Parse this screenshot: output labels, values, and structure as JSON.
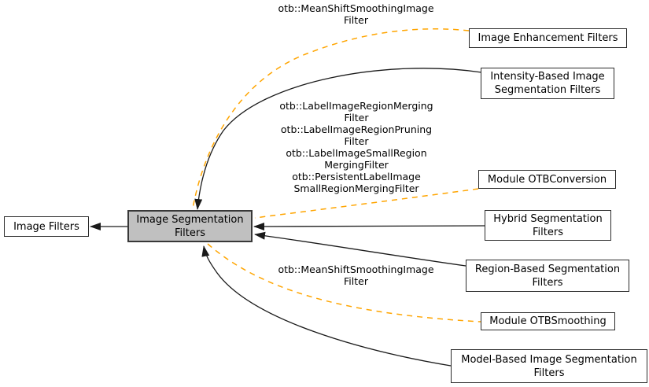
{
  "diagram": {
    "type": "doxygen-module-dependency-graph",
    "nodes": {
      "image_filters": {
        "label": "Image Filters"
      },
      "image_segmentation_filters": {
        "label": "Image Segmentation\nFilters"
      },
      "image_enhancement_filters": {
        "label": "Image Enhancement Filters"
      },
      "intensity_based": {
        "label": "Intensity-Based Image\nSegmentation Filters"
      },
      "module_otbconversion": {
        "label": "Module OTBConversion"
      },
      "hybrid_segmentation": {
        "label": "Hybrid Segmentation\nFilters"
      },
      "region_based": {
        "label": "Region-Based Segmentation\nFilters"
      },
      "module_otbsmoothing": {
        "label": "Module OTBSmoothing"
      },
      "model_based": {
        "label": "Model-Based Image Segmentation\nFilters"
      }
    },
    "edge_labels": {
      "top_meanshift": "otb::MeanShiftSmoothingImage\nFilter",
      "label_image_filters": "otb::LabelImageRegionMerging\nFilter\notb::LabelImageRegionPruning\nFilter\notb::LabelImageSmallRegion\nMergingFilter\notb::PersistentLabelImage\nSmallRegionMergingFilter",
      "bottom_meanshift": "otb::MeanShiftSmoothingImage\nFilter"
    },
    "colors": {
      "solid_edge": "#1a1a1a",
      "dashed_edge": "#ffa500",
      "node_fill": "#ffffff",
      "current_node_fill": "#c0c0c0",
      "border": "#2b2b2b",
      "current_border": "#383838"
    }
  }
}
